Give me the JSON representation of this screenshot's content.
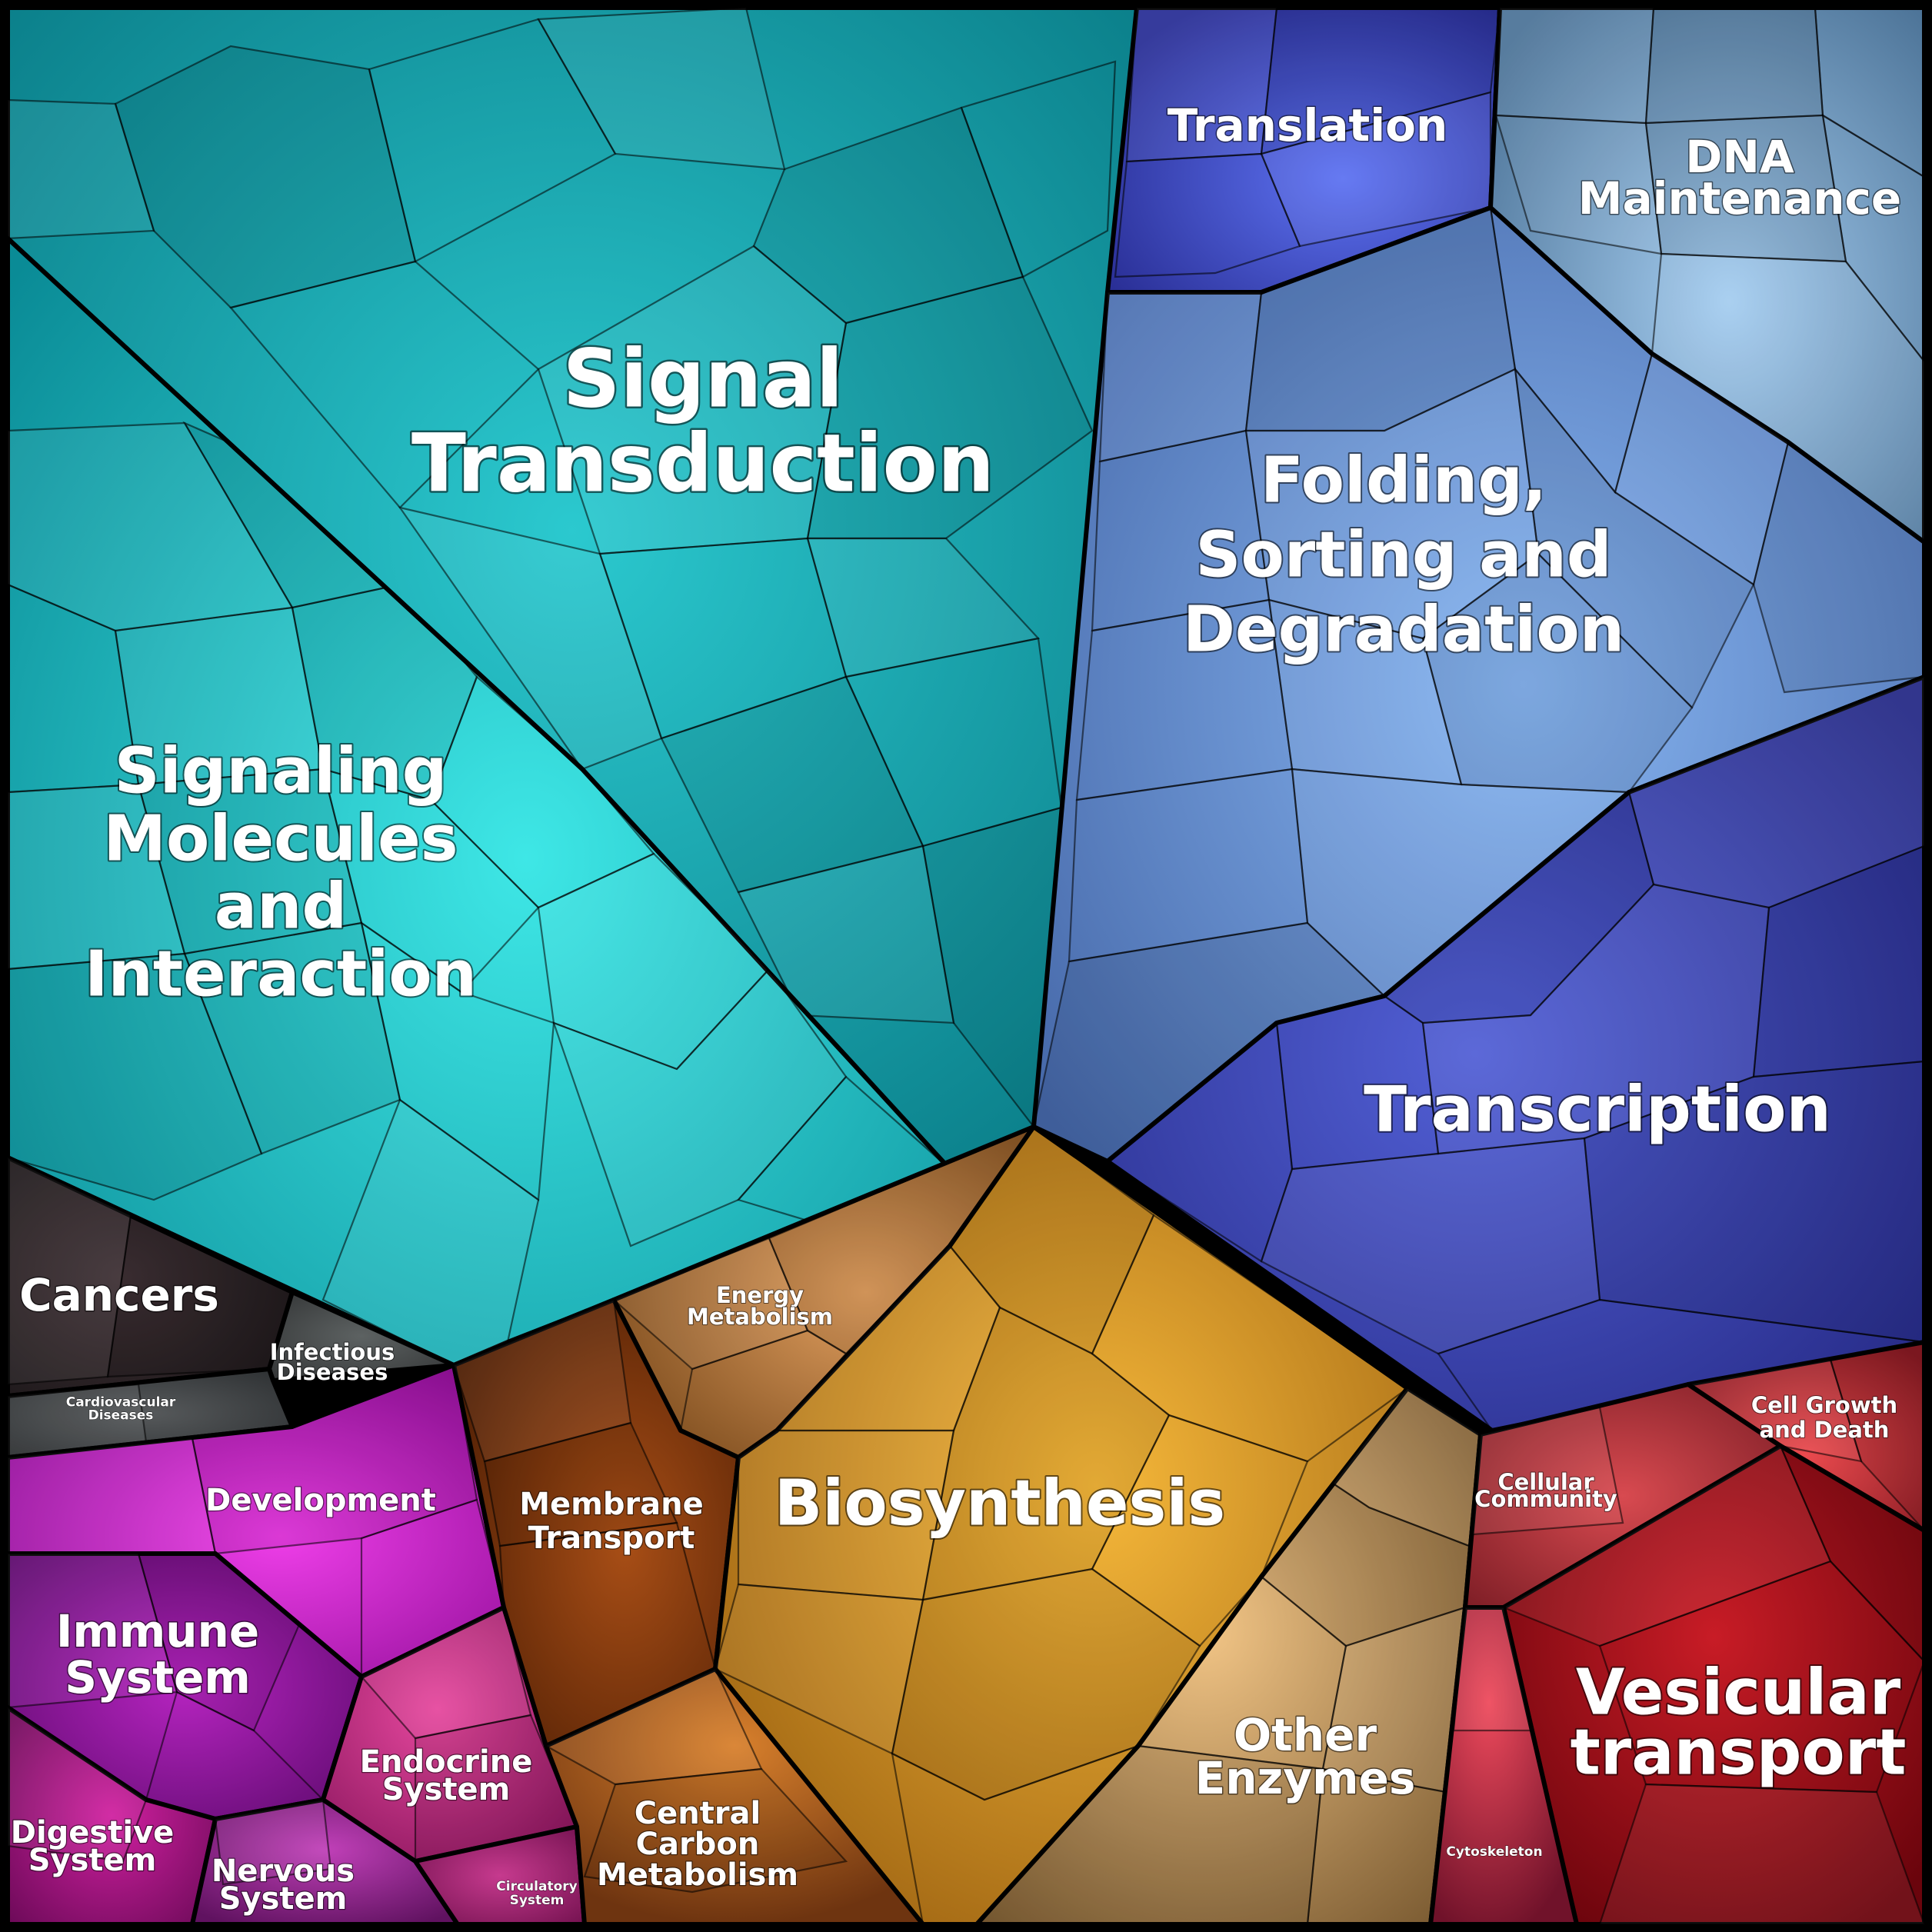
{
  "diagram": {
    "type": "voronoi-treemap",
    "regions": [
      {
        "id": "signal-transduction",
        "label": [
          "Signal",
          "Transduction"
        ],
        "color": "#139ea6"
      },
      {
        "id": "signaling-molecules",
        "label": [
          "Signaling",
          "Molecules",
          "and",
          "Interaction"
        ],
        "color": "#17b2b4"
      },
      {
        "id": "translation",
        "label": [
          "Translation"
        ],
        "color": "#3d47c0"
      },
      {
        "id": "dna-maintenance",
        "label": [
          "DNA",
          "Maintenance"
        ],
        "color": "#6c98c0"
      },
      {
        "id": "folding-sorting",
        "label": [
          "Folding,",
          "Sorting and",
          "Degradation"
        ],
        "color": "#5d84c8"
      },
      {
        "id": "transcription",
        "label": [
          "Transcription"
        ],
        "color": "#3a3fac"
      },
      {
        "id": "cancers",
        "label": [
          "Cancers"
        ],
        "color": "#2c2528"
      },
      {
        "id": "infectious-diseases",
        "label": [
          "Infectious",
          "Diseases"
        ],
        "color": "#4a4d4e"
      },
      {
        "id": "cardiovascular-diseases",
        "label": [
          "Cardiovascular",
          "Diseases"
        ],
        "color": "#3e4244"
      },
      {
        "id": "development",
        "label": [
          "Development"
        ],
        "color": "#b618b8"
      },
      {
        "id": "immune-system",
        "label": [
          "Immune",
          "System"
        ],
        "color": "#8a1296"
      },
      {
        "id": "endocrine-system",
        "label": [
          "Endocrine",
          "System"
        ],
        "color": "#c02a82"
      },
      {
        "id": "digestive-system",
        "label": [
          "Digestive",
          "System"
        ],
        "color": "#a3127e"
      },
      {
        "id": "nervous-system",
        "label": [
          "Nervous",
          "System"
        ],
        "color": "#8d1c8e"
      },
      {
        "id": "circulatory-system",
        "label": [
          "Circulatory",
          "System"
        ],
        "color": "#9e1f6e"
      },
      {
        "id": "energy-metabolism",
        "label": [
          "Energy",
          "Metabolism"
        ],
        "color": "#a56a2c"
      },
      {
        "id": "membrane-transport",
        "label": [
          "Membrane",
          "Transport"
        ],
        "color": "#7a3208"
      },
      {
        "id": "biosynthesis",
        "label": [
          "Biosynthesis"
        ],
        "color": "#c8841c"
      },
      {
        "id": "central-carbon",
        "label": [
          "Central",
          "Carbon",
          "Metabolism"
        ],
        "color": "#a2541c"
      },
      {
        "id": "other-enzymes",
        "label": [
          "Other",
          "Enzymes"
        ],
        "color": "#b68f5a"
      },
      {
        "id": "cell-growth",
        "label": [
          "Cell Growth",
          "and Death"
        ],
        "color": "#b72a32"
      },
      {
        "id": "cellular-community",
        "label": [
          "Cellular",
          "Community"
        ],
        "color": "#b02e38"
      },
      {
        "id": "vesicular-transport",
        "label": [
          "Vesicular",
          "transport"
        ],
        "color": "#980a14"
      },
      {
        "id": "cytoskeleton",
        "label": [
          "Cytoskeleton"
        ],
        "color": "#a8243a"
      }
    ]
  }
}
